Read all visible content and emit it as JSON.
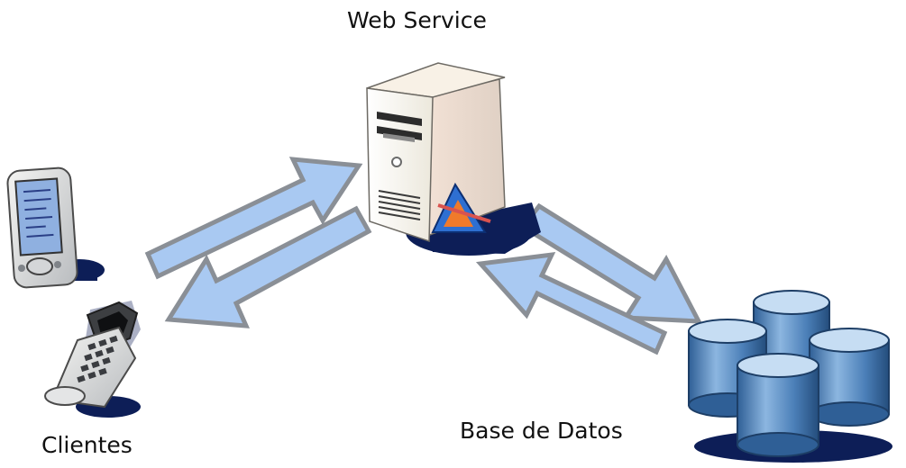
{
  "labels": {
    "web_service": "Web Service",
    "clients": "Clientes",
    "database": "Base de Datos"
  },
  "icons": {
    "server": "server-tower-icon",
    "pda": "pda-device-icon",
    "phone": "flip-phone-icon",
    "database": "database-cylinders-icon"
  },
  "colors": {
    "arrow_fill": "#a9c9f2",
    "arrow_stroke": "#8a8f96",
    "cylinder_top": "#c6ddf3",
    "cylinder_body": "#5d8fc4",
    "shadow": "#0d1e57",
    "server_case": "#f6f4ec"
  }
}
